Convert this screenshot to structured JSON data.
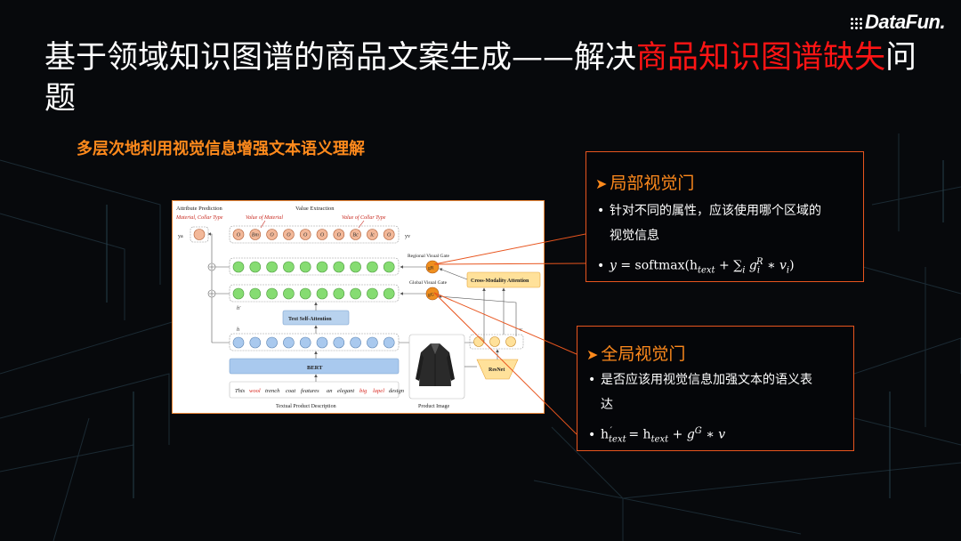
{
  "brand": {
    "logo_text": "DataFun."
  },
  "title": {
    "part1": "基于领域知识图谱的商品文案生成——解决",
    "highlight": "商品知识图谱缺失",
    "part2": "问题"
  },
  "subtitle": "多层次地利用视觉信息增强文本语义理解",
  "figure": {
    "attribute_prediction": "Attribute Prediction",
    "attribute_values": "Material, Collar Type",
    "value_extraction": "Value Extraction",
    "value_of_material": "Value of Material",
    "value_of_collar": "Value of Collar Type",
    "ya_label": "ya",
    "yv_label": "yv",
    "tag_labels": [
      "O",
      "Bm",
      "O",
      "O",
      "O",
      "O",
      "O",
      "Bc",
      "Ic",
      "O"
    ],
    "regional_gate": "Regional Visual Gate",
    "global_gate": "Global Visual Gate",
    "gate_r": "gR",
    "gate_g": "gG",
    "cross_modality": "Cross-Modality Attention",
    "h_prime": "h'",
    "h_label": "h",
    "text_self_attention": "Text Self-Attention",
    "bert": "BERT",
    "v_label": "v",
    "resnet": "ResNet",
    "sentence_words": [
      "This",
      "wool",
      "trench",
      "coat",
      "features",
      "an",
      "elegant",
      "big",
      "lapel",
      "design"
    ],
    "highlight_words": [
      "wool",
      "big",
      "lapel"
    ],
    "textual_desc": "Textual Product Description",
    "product_image": "Product Image"
  },
  "local_gate": {
    "title": "局部视觉门",
    "bullet1": "针对不同的属性，应该使用哪个区域的",
    "bullet1_cont": "视觉信息",
    "formula": "y = softmax(htext + Σi giR * vi)"
  },
  "global_gate_box": {
    "title": "全局视觉门",
    "bullet1": "是否应该用视觉信息加强文本的语义表",
    "bullet1_cont": "达",
    "formula": "h'text = htext + gG * v"
  },
  "colors": {
    "accent_red": "#ff1414",
    "accent_orange": "#ff8a1c",
    "box_border": "#e8551e",
    "node_green": "#86dc72",
    "node_blue": "#a9c9ee",
    "node_peach": "#f2b899",
    "gate_orange": "#ef8f1f",
    "panel_yellow": "#ffe19a"
  }
}
